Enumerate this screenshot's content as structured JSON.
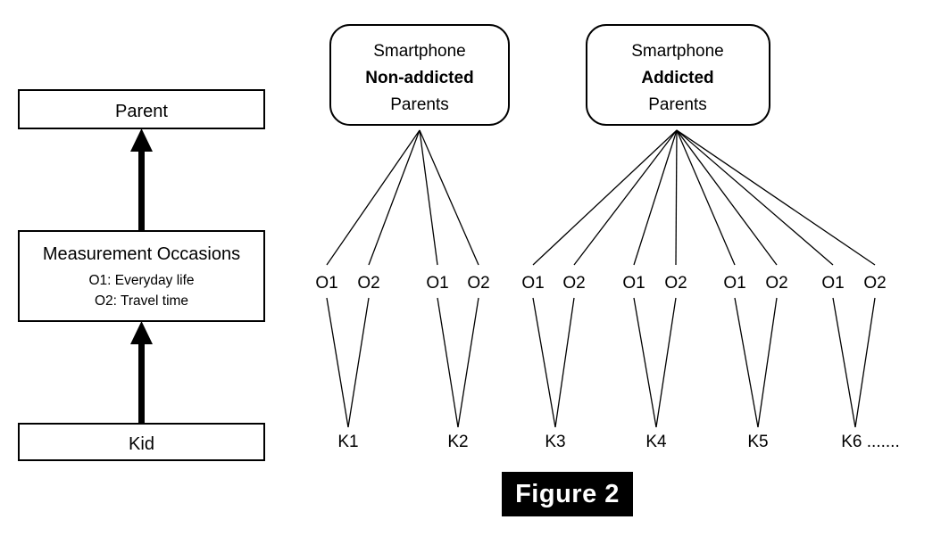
{
  "figure": {
    "caption": "Figure 2"
  },
  "left_panel": {
    "levels": [
      {
        "name": "parent-level",
        "title": "Parent",
        "sublines": []
      },
      {
        "name": "measurement-occasions-level",
        "title": "Measurement Occasions",
        "sublines": [
          "O1: Everyday life",
          "O2: Travel time"
        ]
      },
      {
        "name": "kid-level",
        "title": "Kid",
        "sublines": []
      }
    ],
    "arrow_direction": "upward"
  },
  "tree": {
    "groups": [
      {
        "id": "non-addicted",
        "line1": "Smartphone",
        "line2": "Non-addicted",
        "line3": "Parents",
        "occasions": [
          "O1",
          "O2",
          "O1",
          "O2"
        ],
        "kids": [
          "K1",
          "K2"
        ]
      },
      {
        "id": "addicted",
        "line1": "Smartphone",
        "line2": "Addicted",
        "line3": "Parents",
        "occasions": [
          "O1",
          "O2",
          "O1",
          "O2",
          "O1",
          "O2",
          "O1",
          "O2"
        ],
        "kids": [
          "K3",
          "K4",
          "K5",
          "K6 ......."
        ]
      }
    ]
  },
  "colors": {
    "stroke": "#000000",
    "fill": "#ffffff",
    "caption_bg": "#000000",
    "caption_fg": "#ffffff"
  }
}
